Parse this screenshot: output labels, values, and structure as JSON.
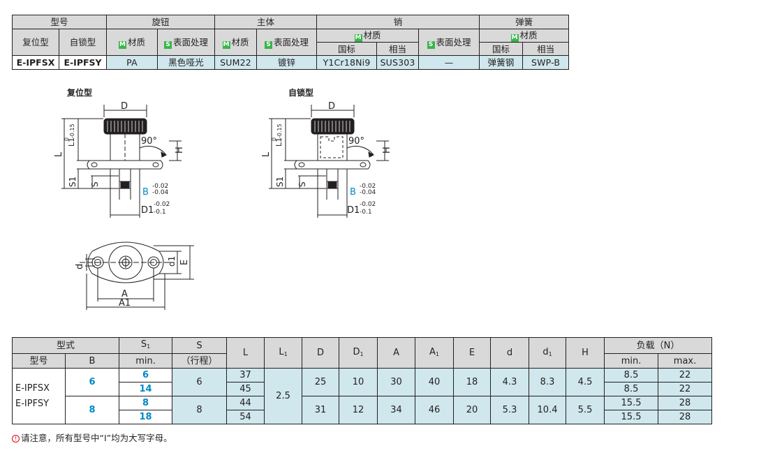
{
  "spec_table": {
    "header_model": "型号",
    "header_knob": "旋钮",
    "header_body": "主体",
    "header_pin": "销",
    "header_spring": "弹簧",
    "reset_type": "复位型",
    "lock_type": "自锁型",
    "m_tag": "M",
    "s_tag": "S",
    "material": "材质",
    "surface": "表面处理",
    "pin_material": "材质",
    "national": "国标",
    "equivalent": "相当",
    "spring_material": "材质",
    "spring_national": "国标",
    "spring_equivalent": "相当",
    "row": {
      "model_reset": "E-IPFSX",
      "model_lock": "E-IPFSY",
      "knob_material": "PA",
      "knob_surface": "黑色哑光",
      "body_material": "SUM22",
      "body_surface": "镀锌",
      "pin_national": "Y1Cr18Ni9",
      "pin_equivalent": "SUS303",
      "pin_surface": "—",
      "spring_national": "弹簧钢",
      "spring_equivalent": "SWP-B"
    }
  },
  "drawings": {
    "reset_caption": "复位型",
    "lock_caption": "自锁型",
    "labels": {
      "D": "D",
      "angle": "90°",
      "H": "H",
      "L": "L",
      "L1": "L1",
      "L1_tol_upper": "0",
      "L1_tol_lower": "-0.15",
      "S1": "S1",
      "S": "S",
      "B": "B",
      "B_tol_upper": "-0.02",
      "B_tol_lower": "-0.04",
      "D1": "D1",
      "D1_tol_upper": "-0.02",
      "D1_tol_lower": "-0.1",
      "d": "d",
      "d1": "d1",
      "E": "E",
      "A": "A",
      "A1": "A1"
    }
  },
  "dim_table": {
    "h_type": "型式",
    "h_model": "型号",
    "h_B": "B",
    "h_S1": "S",
    "h_S1_sub": "1",
    "h_min": "min.",
    "h_S": "S",
    "h_stroke": "（行程）",
    "h_L": "L",
    "h_L1": "L",
    "h_L1_sub": "1",
    "h_D": "D",
    "h_D1": "D",
    "h_D1_sub": "1",
    "h_A": "A",
    "h_A1": "A",
    "h_A1_sub": "1",
    "h_E": "E",
    "h_d": "d",
    "h_d1": "d",
    "h_d1_sub": "1",
    "h_H": "H",
    "h_load": "负载（N）",
    "h_load_min": "min.",
    "h_load_max": "max.",
    "models": [
      "E-IPFSX",
      "E-IPFSY"
    ],
    "groups": [
      {
        "B": "6",
        "S": "6",
        "L1": "2.5",
        "D": "25",
        "D1": "10",
        "A": "30",
        "A1": "40",
        "E": "18",
        "d": "4.3",
        "d1": "8.3",
        "H": "4.5",
        "rows": [
          {
            "S1": "6",
            "L": "37",
            "min": "8.5",
            "max": "22"
          },
          {
            "S1": "14",
            "L": "45",
            "min": "8.5",
            "max": "22"
          }
        ]
      },
      {
        "B": "8",
        "S": "8",
        "D": "31",
        "D1": "12",
        "A": "34",
        "A1": "46",
        "E": "20",
        "d": "5.3",
        "d1": "10.4",
        "H": "5.5",
        "rows": [
          {
            "S1": "8",
            "L": "44",
            "min": "15.5",
            "max": "28"
          },
          {
            "S1": "18",
            "L": "54",
            "min": "15.5",
            "max": "28"
          }
        ]
      }
    ]
  },
  "note": {
    "icon": "warning-icon",
    "text": "请注意，所有型号中“I”均为大写字母。"
  },
  "colors": {
    "header_bg": "#d9d9d9",
    "value_bg": "#cfe7ed",
    "accent_blue": "#0089c6",
    "tag_green": "#39b54a",
    "warn_red": "#e60012"
  }
}
